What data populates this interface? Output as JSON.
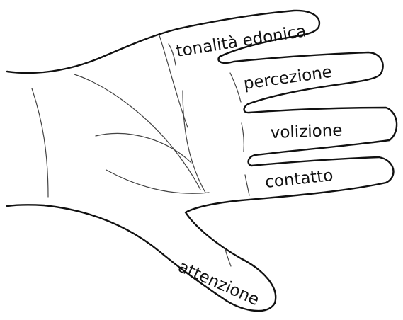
{
  "labels": {
    "little_finger": "tonalità edonica",
    "ring_finger": "percezione",
    "middle_finger": "volizione",
    "index_finger": "contatto",
    "thumb": "attenzione"
  }
}
